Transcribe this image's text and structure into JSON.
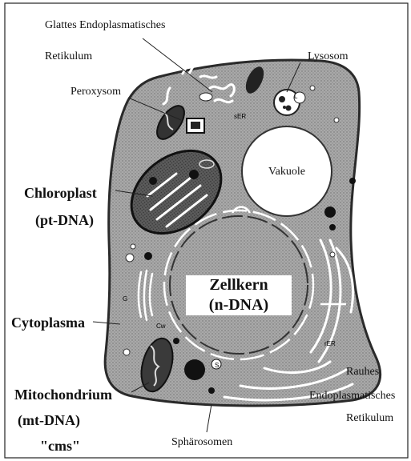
{
  "labels": {
    "smooth_er_line1": "Glattes Endoplasmatisches",
    "smooth_er_line2": "Retikulum",
    "lysosome": "Lysosom",
    "peroxisome": "Peroxysom",
    "chloroplast": "Chloroplast",
    "chloroplast_dna": "(pt-DNA)",
    "cytoplasm": "Cytoplasma",
    "mitochondrion": "Mitochondrium",
    "mitochondrion_dna": "(mt-DNA)",
    "cms": "\"cms\"",
    "rough_er_line1": "Rauhes",
    "rough_er_line2": "Endoplasmatisches",
    "rough_er_line3": "Retikulum",
    "spherosomes": "Sphärosomen",
    "vacuole": "Vakuole",
    "nucleus_line1": "Zellkern",
    "nucleus_line2": "(n-DNA)"
  },
  "tags": {
    "ser": "sER",
    "rer": "rER",
    "lysosome_l": "L",
    "golgi_g": "G",
    "cw": "Cw",
    "s": "S"
  }
}
